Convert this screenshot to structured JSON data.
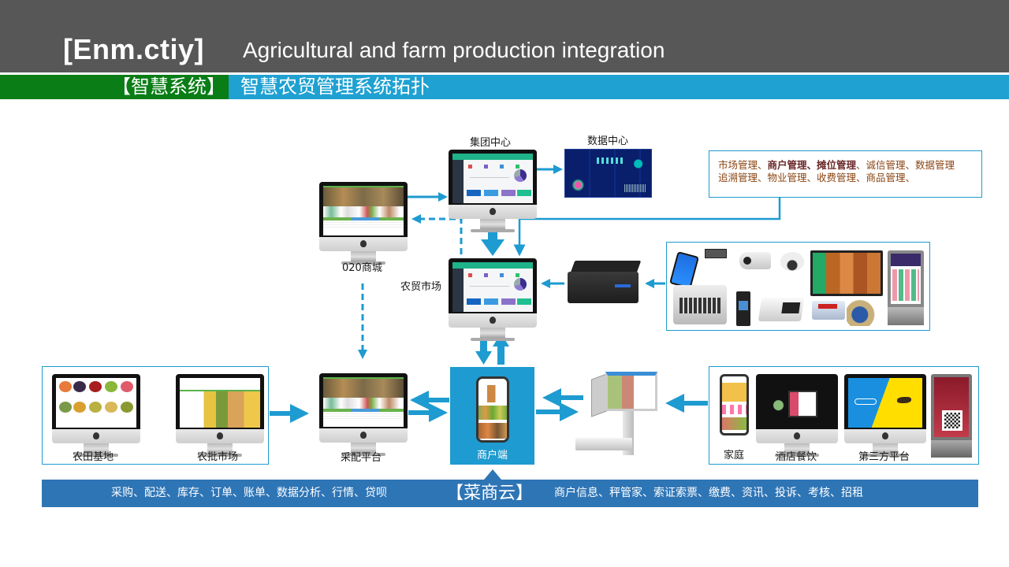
{
  "header": {
    "brand": "[Enm.ctiy]",
    "tagline": "Agricultural and farm production integration",
    "section_tag": "【智慧系统】",
    "section_title": "智慧农贸管理系统拓扑"
  },
  "nodes": {
    "group_center": "集团中心",
    "data_center": "数据中心",
    "o2o_mall": "020商城",
    "farm_market": "农贸市场",
    "farm_base": "农田基地",
    "wholesale_market": "农批市场",
    "procurement_platform": "采配平台",
    "merchant_client": "商户端",
    "household": "家庭",
    "hotel_dining": "酒店餐饮",
    "third_party_platform": "第三方平台"
  },
  "management_modules": {
    "line1": [
      {
        "text": "市场管理、",
        "bold": false
      },
      {
        "text": "商户管理、",
        "bold": true
      },
      {
        "text": "摊位管理",
        "bold": true
      },
      {
        "text": "、诚信管理、数据管理",
        "bold": false
      }
    ],
    "line2": "追溯管理、物业管理、收费管理、商品管理、"
  },
  "devices": [
    "handheld-pos",
    "pricing-scale",
    "bullet-camera",
    "dome-camera",
    "led-display-screen",
    "face-recognition-terminal",
    "food-safety-tester",
    "electric-meter",
    "water-meter",
    "info-kiosk"
  ],
  "footer": {
    "left_features": "采购、配送、库存、订单、账单、数据分析、行情、贷呗",
    "cloud_name": "【菜商云】",
    "right_features": "商户信息、秤管家、索证索票、缴费、资讯、投诉、考核、招租"
  },
  "colors": {
    "header_bg": "#575757",
    "green_tag": "#0a7d16",
    "cyan_bar": "#1fa1d2",
    "arrow": "#1e9bd0",
    "footer_bar": "#2e75b6",
    "mgmt_text": "#8b4513"
  }
}
